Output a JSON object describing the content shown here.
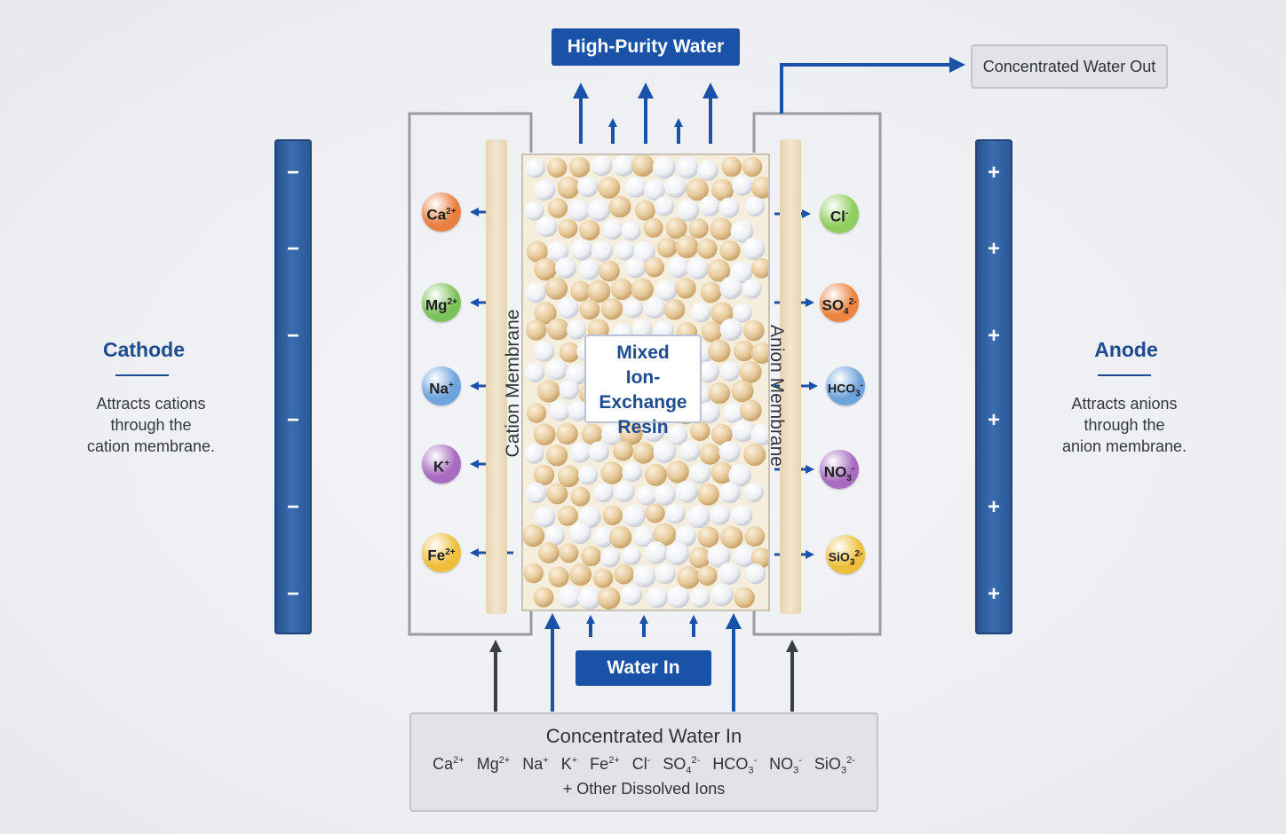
{
  "electrodes": {
    "cathode": {
      "title": "Cathode",
      "description_lines": [
        "Attracts cations",
        "through the",
        "cation membrane."
      ],
      "sign": "−"
    },
    "anode": {
      "title": "Anode",
      "description_lines": [
        "Attracts anions",
        "through the",
        "anion membrane."
      ],
      "sign": "+"
    }
  },
  "outputs": {
    "high_purity": "High-Purity Water",
    "concentrated_out": "Concentrated Water Out"
  },
  "inputs": {
    "water_in": "Water In",
    "concentrated_in_title": "Concentrated Water In",
    "other_ions": "+ Other Dissolved Ions",
    "ion_list": [
      {
        "base": "Ca",
        "sup": "2+"
      },
      {
        "base": "Mg",
        "sup": "2+"
      },
      {
        "base": "Na",
        "sup": "+"
      },
      {
        "base": "K",
        "sup": "+"
      },
      {
        "base": "Fe",
        "sup": "2+"
      },
      {
        "base": "Cl",
        "sup": "-"
      },
      {
        "base": "SO",
        "sub": "4",
        "sup": "2-"
      },
      {
        "base": "HCO",
        "sub": "3",
        "sup": "-"
      },
      {
        "base": "NO",
        "sub": "3",
        "sup": "-"
      },
      {
        "base": "SiO",
        "sub": "3",
        "sup": "2-"
      }
    ]
  },
  "membranes": {
    "cation": "Cation Membrane",
    "anion": "Anion Membrane"
  },
  "resin": {
    "label_lines": [
      "Mixed",
      "Ion-Exchange",
      "Resin"
    ]
  },
  "cations": [
    {
      "base": "Ca",
      "sup": "2+",
      "color": "#e8803f"
    },
    {
      "base": "Mg",
      "sup": "2+",
      "color": "#7cc25a"
    },
    {
      "base": "Na",
      "sup": "+",
      "color": "#6fa3dc"
    },
    {
      "base": "K",
      "sup": "+",
      "color": "#a76bc0"
    },
    {
      "base": "Fe",
      "sup": "2+",
      "color": "#efbf3c"
    }
  ],
  "anions": [
    {
      "base": "Cl",
      "sup": "-",
      "color": "#8fce5e"
    },
    {
      "base": "SO",
      "sub": "4",
      "sup": "2-",
      "color": "#ec8540"
    },
    {
      "base": "HCO",
      "sub": "3",
      "sup": "-",
      "color": "#6fa3dc"
    },
    {
      "base": "NO",
      "sub": "3",
      "sup": "-",
      "color": "#a76bc0"
    },
    {
      "base": "SiO",
      "sub": "3",
      "sup": "2-",
      "color": "#efbf3c"
    }
  ],
  "colors": {
    "flow_blue": "#1a52a8",
    "flow_dark": "#3a3d42",
    "electrode_blue": "#2d5fa0"
  }
}
